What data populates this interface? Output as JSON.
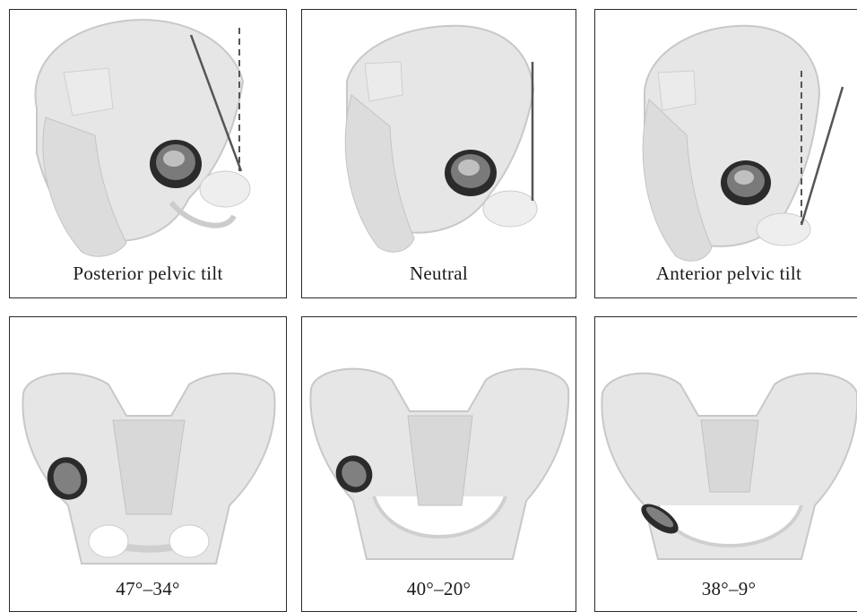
{
  "panels": {
    "top": [
      {
        "caption": "Posterior pelvic tilt"
      },
      {
        "caption": "Neutral"
      },
      {
        "caption": "Anterior pelvic tilt"
      }
    ],
    "bottom": [
      {
        "caption": "47°–34°"
      },
      {
        "caption": "40°–20°"
      },
      {
        "caption": "38°–9°"
      }
    ]
  },
  "colors": {
    "bone_fill": "#e6e6e6",
    "bone_stroke": "#c8c8c8",
    "line": "#555555",
    "cup_dark": "#2b2b2b",
    "frame": "#2a2a2a"
  }
}
